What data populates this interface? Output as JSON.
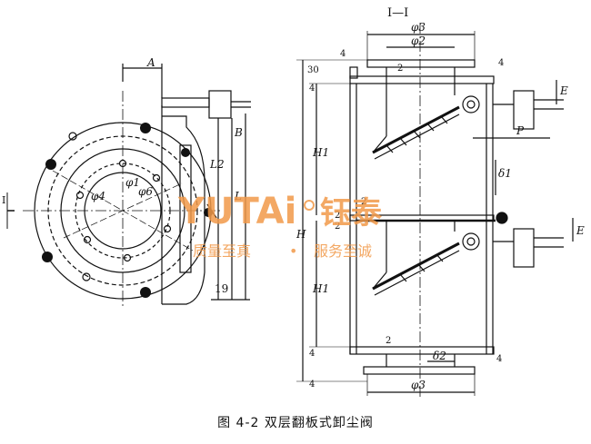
{
  "figure": {
    "caption": "图 4-2   双层翻板式卸尘阀",
    "section_label": "I—I",
    "cut_mark": "I"
  },
  "watermark": {
    "brand_latin": "YUTAi",
    "brand_cn": "钰泰",
    "slogan_left": "质量至真",
    "slogan_dot": "•",
    "slogan_right": "服务至诚",
    "color": "#f29a4a"
  },
  "labels": {
    "A": "A",
    "L2": "L2",
    "B": "B",
    "L": "L",
    "nineteen": "19",
    "phi4": "φ4",
    "phi6": "φ6",
    "phi1": "φ1",
    "phi3_top": "φ3",
    "phi2": "φ2",
    "phi3_bottom": "φ3",
    "thirty": "30",
    "four_tl": "4",
    "four_ml": "4",
    "four_tr": "4",
    "four_bl": "4",
    "four_bl2": "4",
    "four_br": "4",
    "two_t": "2",
    "two_m1": "2",
    "two_m2": "2",
    "two_m3": "2",
    "two_b": "2",
    "H1_top": "H1",
    "H1_bottom": "H1",
    "H_total": "H",
    "P": "P",
    "delta1": "δ1",
    "delta2": "δ2",
    "E_top": "E",
    "E_bottom": "E"
  }
}
